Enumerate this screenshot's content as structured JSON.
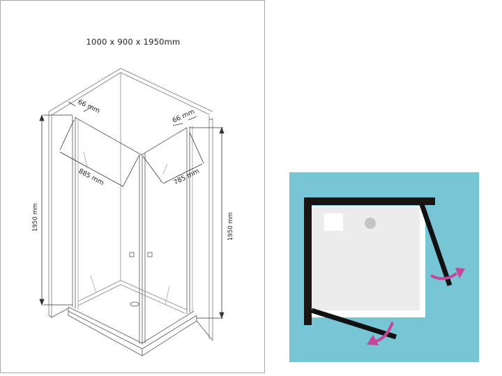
{
  "left_panel": {
    "title": "1000 x 900 x 1950mm",
    "dimensions": {
      "left_wall_offset": "66 mm",
      "right_wall_offset": "66 mm",
      "left_door_width": "885 mm",
      "right_door_width": "785 mm",
      "left_height": "1950 mm",
      "right_height": "1950 mm"
    }
  },
  "right_panel": {
    "colors": {
      "background": "#76c6d6",
      "frame": "#1a1412",
      "tray_outer": "#ffffff",
      "tray_inner": "#ececec",
      "drain": "#c4c4c4",
      "arrow": "#c8449a"
    }
  }
}
